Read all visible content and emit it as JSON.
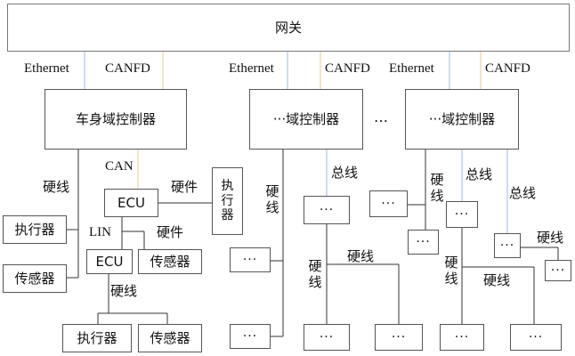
{
  "gateway": "网关",
  "colors": {
    "ethernet_line": "#b9d3ea",
    "canfd_line": "#f2d8b5",
    "line": "#333333",
    "border": "#555555"
  },
  "labels": {
    "ethernet": "Ethernet",
    "canfd": "CANFD",
    "can": "CAN",
    "lin": "LIN",
    "hardwire": "硬线",
    "hardware": "硬件",
    "bus": "总线",
    "ellipsis": "…"
  },
  "nodes": {
    "body_domain": "车身域控制器",
    "other_domain": "···域控制器",
    "ecu": "ECU",
    "actuator": "执行器",
    "actuator_vertical": "执行器",
    "sensor": "传感器",
    "dots": "···"
  }
}
